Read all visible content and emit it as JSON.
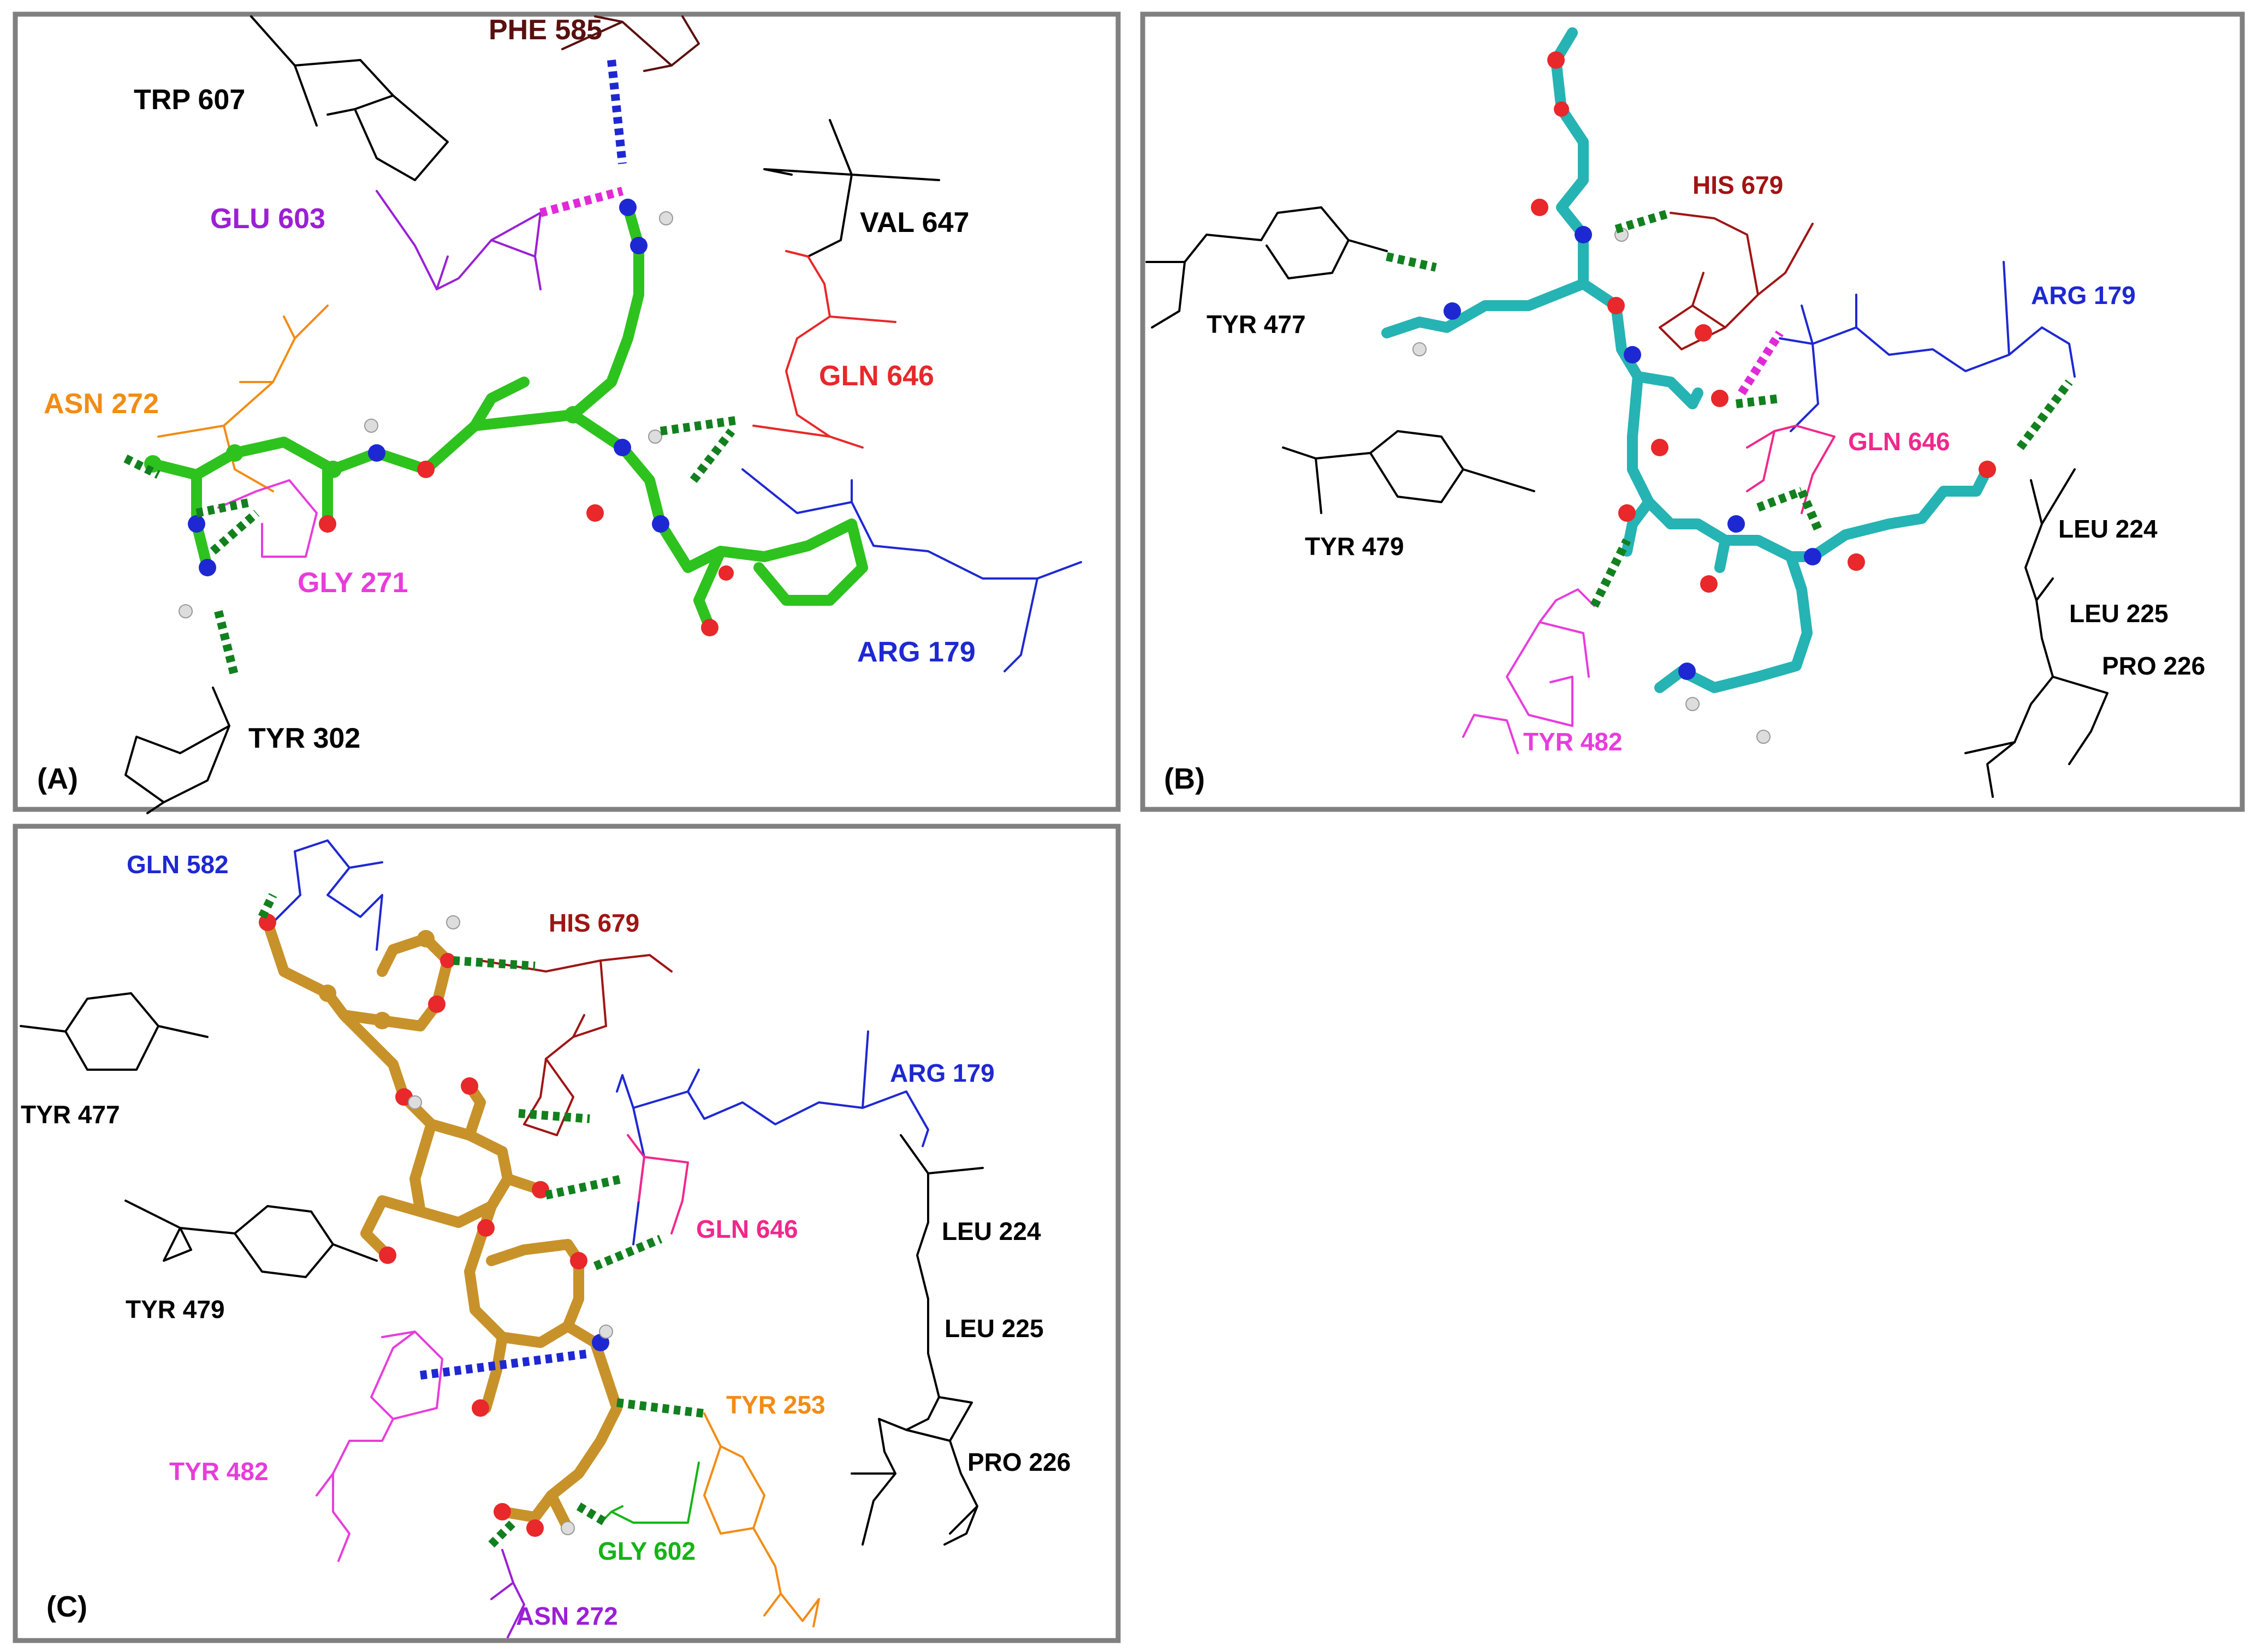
{
  "colors": {
    "black": "#000000",
    "maroon": "#5a0f0f",
    "darkred": "#a01414",
    "purple": "#9b1fd6",
    "orange": "#f28c14",
    "red": "#e8282a",
    "magenta": "#e83cdc",
    "pink": "#f0288c",
    "blue": "#1e28d2",
    "green": "#14b414",
    "ligand_a": "#2ec21e",
    "ligand_b": "#26b3b3",
    "ligand_c": "#c8922a",
    "hbond_green": "#12801e",
    "hbond_blue": "#1e28d2",
    "hbond_magenta": "#e02ad8"
  },
  "panels": {
    "a": {
      "tag": "(A)",
      "labels": {
        "phe585": "PHE 585",
        "trp607": "TRP 607",
        "glu603": "GLU 603",
        "val647": "VAL 647",
        "asn272": "ASN 272",
        "gln646": "GLN 646",
        "gly271": "GLY 271",
        "arg179": "ARG 179",
        "tyr302": "TYR 302"
      }
    },
    "b": {
      "tag": "(B)",
      "labels": {
        "his679": "HIS 679",
        "tyr477": "TYR 477",
        "arg179": "ARG 179",
        "tyr479": "TYR 479",
        "gln646": "GLN 646",
        "leu224": "LEU 224",
        "leu225": "LEU 225",
        "pro226": "PRO 226",
        "tyr482": "TYR 482"
      }
    },
    "c": {
      "tag": "(C)",
      "labels": {
        "gln582": "GLN 582",
        "his679": "HIS 679",
        "tyr477": "TYR 477",
        "arg179": "ARG 179",
        "tyr479": "TYR 479",
        "gln646": "GLN 646",
        "leu224": "LEU 224",
        "leu225": "LEU 225",
        "tyr253": "TYR 253",
        "pro226": "PRO 226",
        "tyr482": "TYR 482",
        "gly602": "GLY 602",
        "asn272": "ASN 272"
      }
    }
  }
}
